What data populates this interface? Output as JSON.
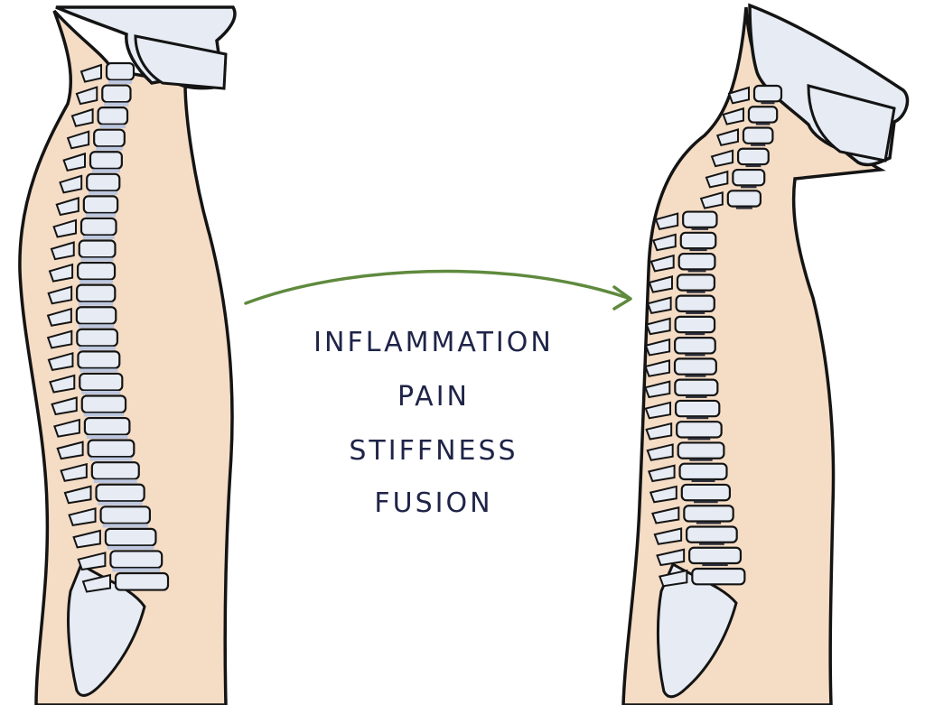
{
  "labels": [
    "INFLAMMATION",
    "PAIN",
    "STIFFNESS",
    "FUSION"
  ],
  "colors": {
    "skin": "#f5dcc5",
    "bone": "#e7ecf4",
    "disc": "#bcc7df",
    "fused_disc": "#2a2c38",
    "outline": "#141414",
    "arrow": "#5f8a3e",
    "text": "#1f2448"
  },
  "panels": [
    {
      "posture": "normal spine",
      "vertebrae": 24
    },
    {
      "posture": "fused spine",
      "vertebrae": 24
    }
  ]
}
